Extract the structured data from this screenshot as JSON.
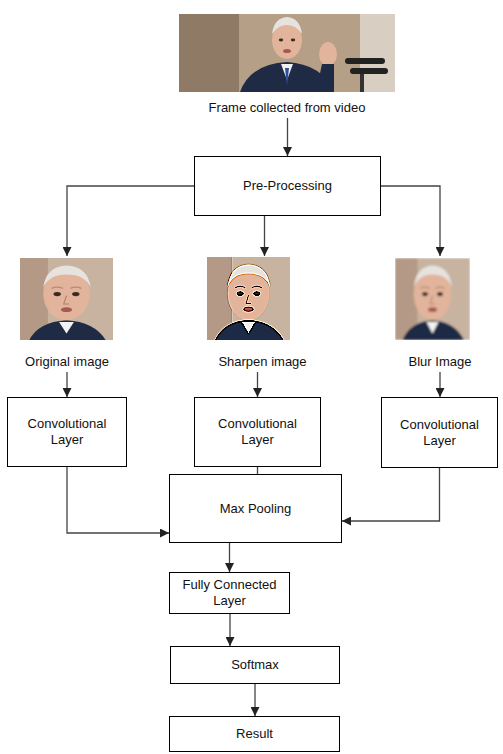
{
  "diagram": {
    "nodes": [
      {
        "text": [
          "Frame collected from video"
        ]
      },
      {
        "text": [
          "Pre-Processing"
        ]
      },
      {
        "text": [
          "Original image"
        ]
      },
      {
        "text": [
          "Sharpen image"
        ]
      },
      {
        "text": [
          "Blur Image"
        ]
      },
      {
        "text": [
          "Convolutional Layer"
        ]
      },
      {
        "text": [
          "Convolutional Layer"
        ]
      },
      {
        "text": [
          "Convolutional Layer"
        ]
      },
      {
        "text": [
          "Max Pooling"
        ]
      },
      {
        "text": [
          "Fully Connected Layer"
        ]
      },
      {
        "text": [
          "Softmax"
        ]
      },
      {
        "text": [
          "Result"
        ]
      }
    ],
    "edges": [
      {
        "from": 0,
        "to": 1,
        "arrow": "to"
      },
      {
        "from": 1,
        "to": 2,
        "arrow": "to"
      },
      {
        "from": 1,
        "to": 3,
        "arrow": "to"
      },
      {
        "from": 1,
        "to": 4,
        "arrow": "to"
      },
      {
        "from": 2,
        "to": 5,
        "arrow": "to"
      },
      {
        "from": 3,
        "to": 6,
        "arrow": "to"
      },
      {
        "from": 4,
        "to": 7,
        "arrow": "to"
      },
      {
        "from": 5,
        "to": 8,
        "arrow": "to"
      },
      {
        "from": 6,
        "to": 8,
        "arrow": "none"
      },
      {
        "from": 7,
        "to": 8,
        "arrow": "to"
      },
      {
        "from": 8,
        "to": 9,
        "arrow": "to"
      },
      {
        "from": 9,
        "to": 10,
        "arrow": "to"
      },
      {
        "from": 10,
        "to": 11,
        "arrow": "to"
      }
    ]
  }
}
